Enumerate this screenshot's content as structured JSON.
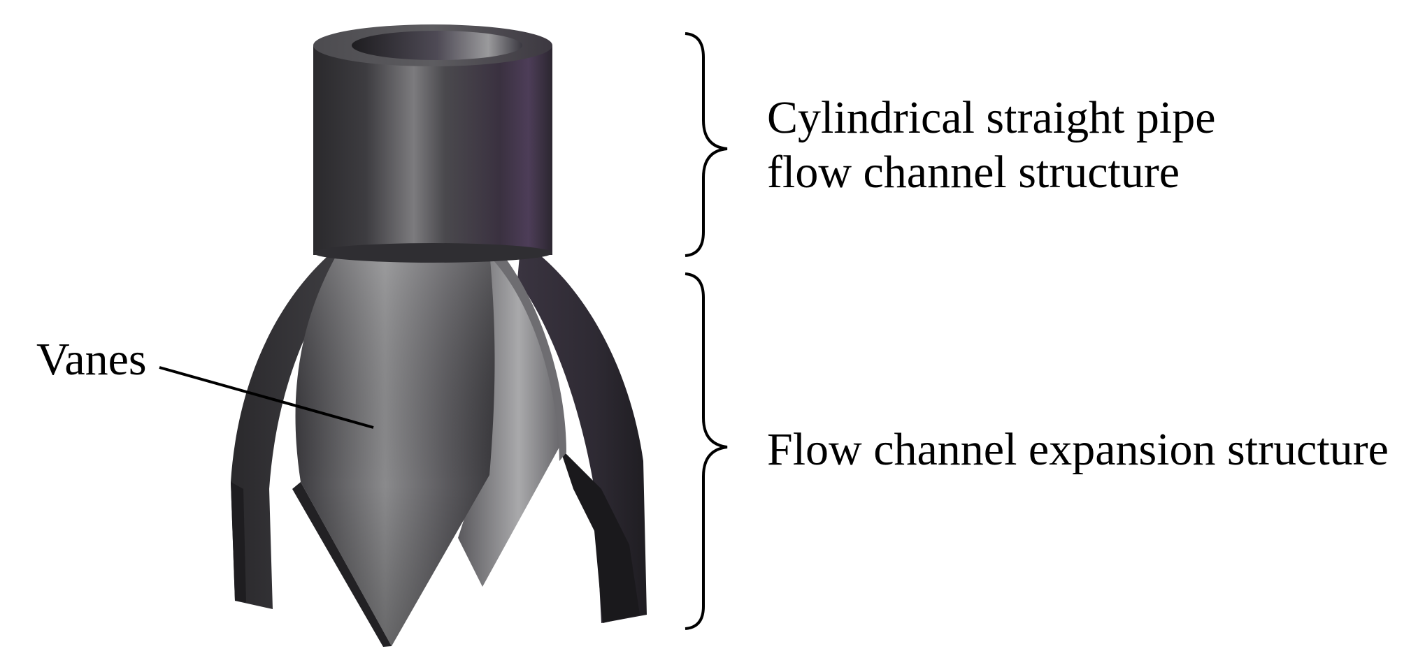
{
  "labels": {
    "vanes": "Vanes",
    "straight_pipe_line1": "Cylindrical straight pipe",
    "straight_pipe_line2": "flow channel structure",
    "expansion": "Flow channel expansion structure"
  },
  "colors": {
    "background": "#ffffff",
    "text": "#000000",
    "body_dark": "#2b2a2e",
    "body_mid": "#4a4a4e",
    "body_light": "#9c9c9e",
    "purple_tint": "#4b3f52"
  }
}
